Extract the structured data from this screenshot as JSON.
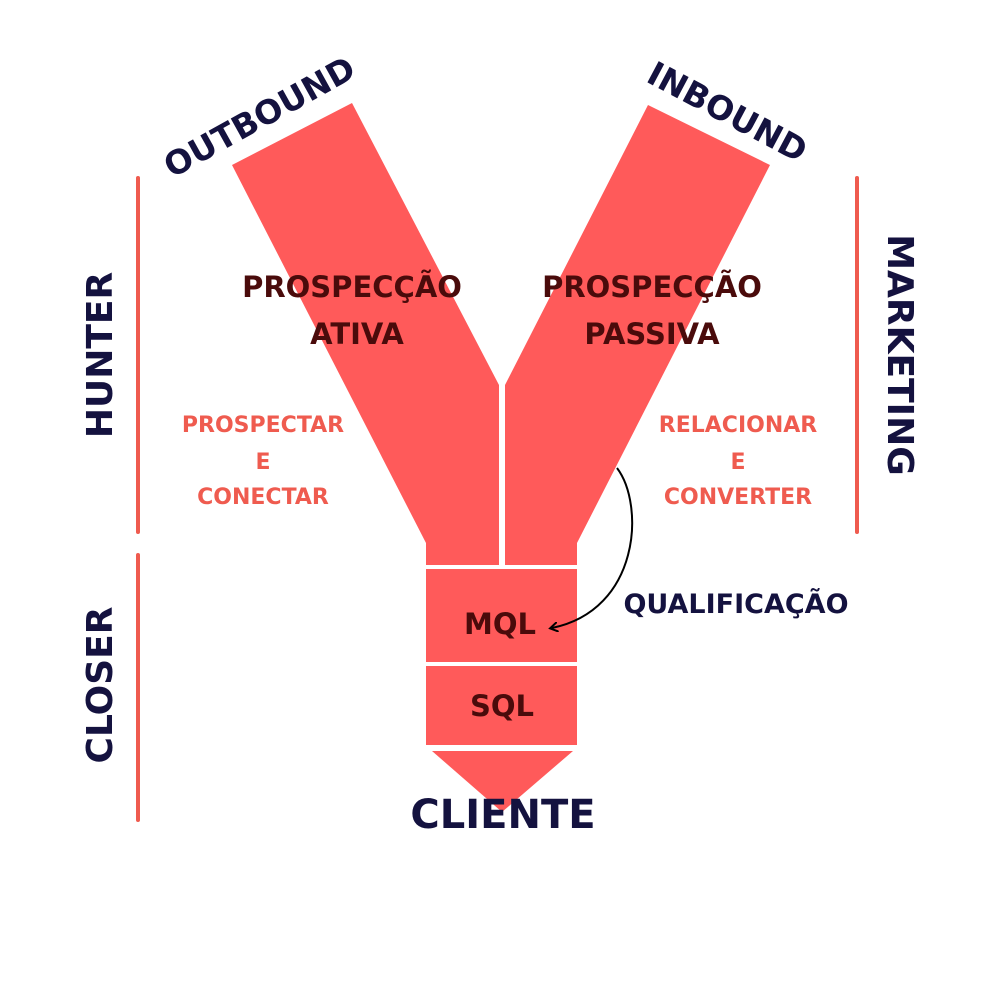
{
  "colors": {
    "funnel": "#ff5a5a",
    "dark_text": "#14123f",
    "inner_text": "#4a0b0b",
    "accent_text": "#ef5b4f",
    "side_lines": "#ef5b4f",
    "background": "#ffffff"
  },
  "diagram": {
    "top_left_label": "OUTBOUND",
    "top_right_label": "INBOUND",
    "left_branch": {
      "title_line1": "PROSPECÇÃO",
      "title_line2": "ATIVA",
      "action_line1": "PROSPECTAR",
      "action_line2": "E",
      "action_line3": "CONECTAR"
    },
    "right_branch": {
      "title_line1": "PROSPECÇÃO",
      "title_line2": "PASSIVA",
      "action_line1": "RELACIONAR",
      "action_line2": "E",
      "action_line3": "CONVERTER"
    },
    "stages": {
      "mql": "MQL",
      "sql": "SQL",
      "result": "CLIENTE"
    },
    "qualification_label": "QUALIFICAÇÃO",
    "side_labels": {
      "hunter": "HUNTER",
      "closer": "CLOSER",
      "marketing": "MARKETING"
    }
  }
}
